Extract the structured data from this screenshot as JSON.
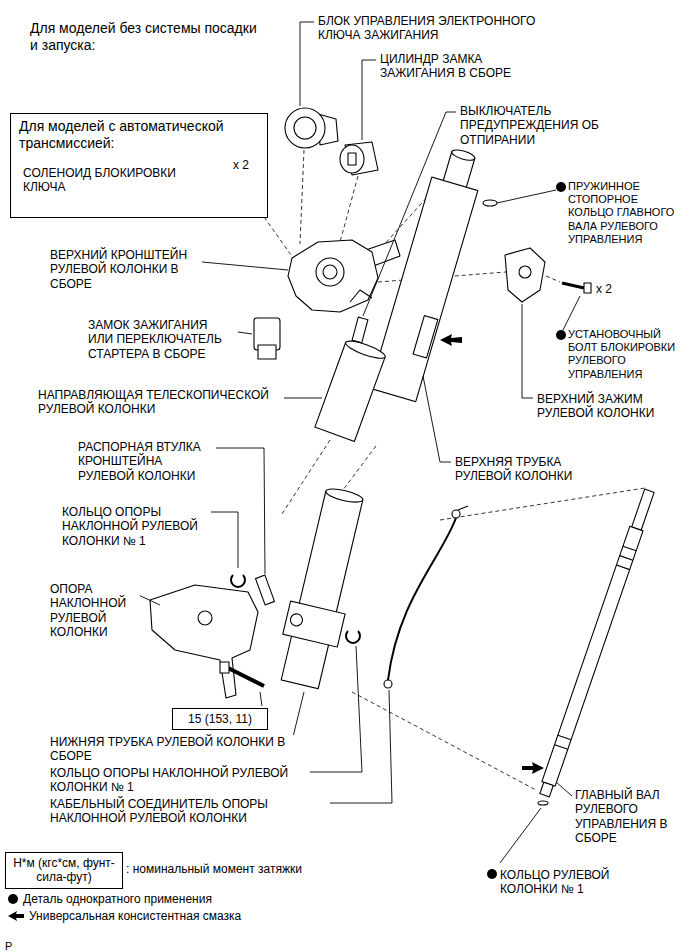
{
  "diagram": {
    "title": "Для моделей без системы посадки и запуска:",
    "nodes": [
      {
        "text": [
          "Для моделей с автоматической трансмиссией:",
          "СОЛЕНОИД БЛОКИРОВКИ КЛЮЧА",
          "x 2"
        ]
      },
      {
        "text": [
          "15 (153, 11)"
        ]
      },
      {
        "text": [
          "Н*м (кгс*см, фунт-сила-фут)"
        ]
      }
    ],
    "labels": [
      "БЛОК УПРАВЛЕНИЯ ЭЛЕКТРОННОГО КЛЮЧА ЗАЖИГАНИЯ",
      "ЦИЛИНДР ЗАМКА ЗАЖИГАНИЯ В СБОРЕ",
      "ВЫКЛЮЧАТЕЛЬ ПРЕДУПРЕЖДЕНИЯ ОБ ОТПИРАНИИ",
      "ПРУЖИННОЕ СТОПОРНОЕ КОЛЬЦО ГЛАВНОГО ВАЛА РУЛЕВОГО УПРАВЛЕНИЯ",
      "x 2",
      "УСТАНОВОЧНЫЙ БОЛТ БЛОКИРОВКИ РУЛЕВОГО УПРАВЛЕНИЯ",
      "ВЕРХНИЙ ЗАЖИМ РУЛЕВОЙ КОЛОНКИ",
      "ВЕРХНИЙ КРОНШТЕЙН РУЛЕВОЙ КОЛОНКИ В СБОРЕ",
      "ЗАМОК ЗАЖИГАНИЯ ИЛИ ПЕРЕКЛЮЧАТЕЛЬ СТАРТЕРА В СБОРЕ",
      "НАПРАВЛЯЮЩАЯ ТЕЛЕСКОПИЧЕСКОЙ РУЛЕВОЙ КОЛОНКИ",
      "ВЕРХНЯЯ ТРУБКА РУЛЕВОЙ КОЛОНКИ",
      "РАСПОРНАЯ ВТУЛКА КРОНШТЕЙНА РУЛЕВОЙ КОЛОНКИ",
      "КОЛЬЦО ОПОРЫ НАКЛОННОЙ РУЛЕВОЙ КОЛОНКИ № 1",
      "ОПОРА НАКЛОННОЙ РУЛЕВОЙ КОЛОНКИ",
      "НИЖНЯЯ ТРУБКА РУЛЕВОЙ КОЛОНКИ В СБОРЕ",
      "КОЛЬЦО ОПОРЫ НАКЛОННОЙ РУЛЕВОЙ КОЛОНКИ № 1",
      "КАБЕЛЬНЫЙ СОЕДИНИТЕЛЬ ОПОРЫ НАКЛОННОЙ РУЛЕВОЙ КОЛОНКИ",
      "ГЛАВНЫЙ ВАЛ РУЛЕВОГО УПРАВЛЕНИЯ В СБОРЕ",
      "КОЛЬЦО РУЛЕВОЙ КОЛОНКИ № 1",
      "P"
    ],
    "legend": [
      {
        "text": ": номинальный момент затяжки"
      },
      {
        "text": "Деталь однократного применения"
      },
      {
        "text": "Универсальная консистентная смазка"
      }
    ]
  }
}
